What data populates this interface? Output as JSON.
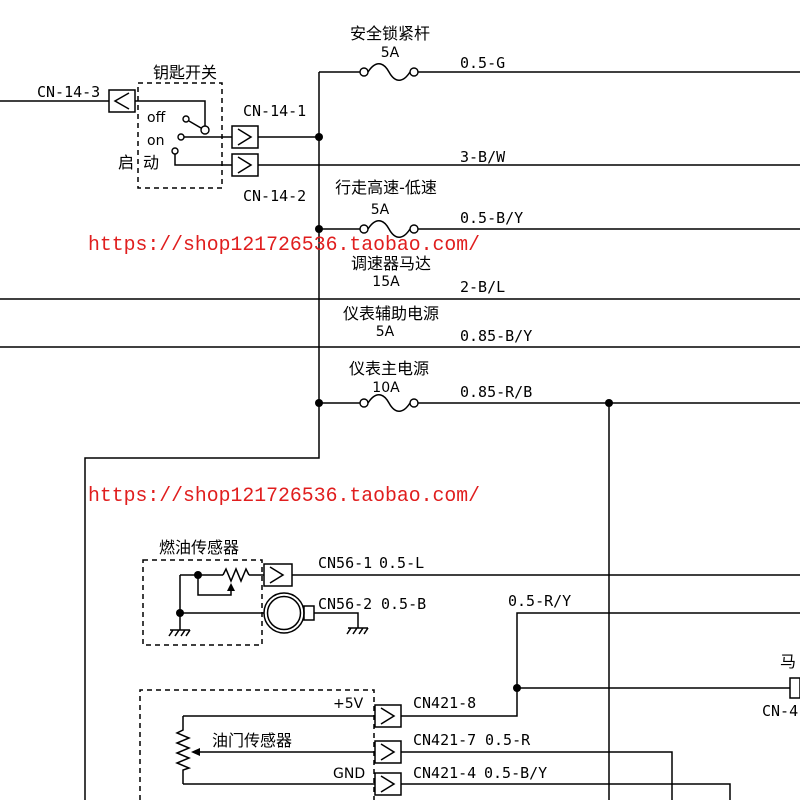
{
  "circuits": {
    "safety_lock_lever": {
      "label": "安全锁紧杆",
      "fuse": "5A",
      "wire": "0.5-G"
    },
    "travel_high_low_speed": {
      "label": "行走高速-低速",
      "fuse": "5A",
      "wire": "0.5-B/Y"
    },
    "governor_motor": {
      "label": "调速器马达",
      "fuse": "15A",
      "wire": "2-B/L"
    },
    "meter_aux_power": {
      "label": "仪表辅助电源",
      "fuse": "5A",
      "wire": "0.85-B/Y"
    },
    "meter_main_power": {
      "label": "仪表主电源",
      "fuse": "10A",
      "wire": "0.85-R/B"
    }
  },
  "key_switch": {
    "title": "钥匙开关",
    "positions": {
      "off": "off",
      "on": "on",
      "start_1": "启",
      "start_2": "动"
    },
    "connectors": {
      "input": "CN-14-3",
      "on_output": "CN-14-1",
      "start_output": "CN-14-2"
    },
    "start_wire": "3-B/W"
  },
  "fuel_sensor": {
    "title": "燃油传感器",
    "signal": {
      "connector": "CN56-1",
      "wire": "0.5-L"
    },
    "ground": {
      "connector": "CN56-2",
      "wire": "0.5-B"
    }
  },
  "throttle_sensor": {
    "title": "油门传感器",
    "supply_label": "+5V",
    "ground_label": "GND",
    "supply": {
      "connector": "CN421-8"
    },
    "signal": {
      "connector": "CN421-7",
      "wire": "0.5-R"
    },
    "ground": {
      "connector": "CN421-4",
      "wire": "0.5-B/Y"
    }
  },
  "branch_wire": "0.5-R/Y",
  "right_edge": {
    "partial_label": "马",
    "connector": "CN-4"
  },
  "watermark": "https://shop121726536.taobao.com/",
  "colors": {
    "line": "#000000",
    "watermark": "#e01e1e",
    "background": "#ffffff"
  }
}
